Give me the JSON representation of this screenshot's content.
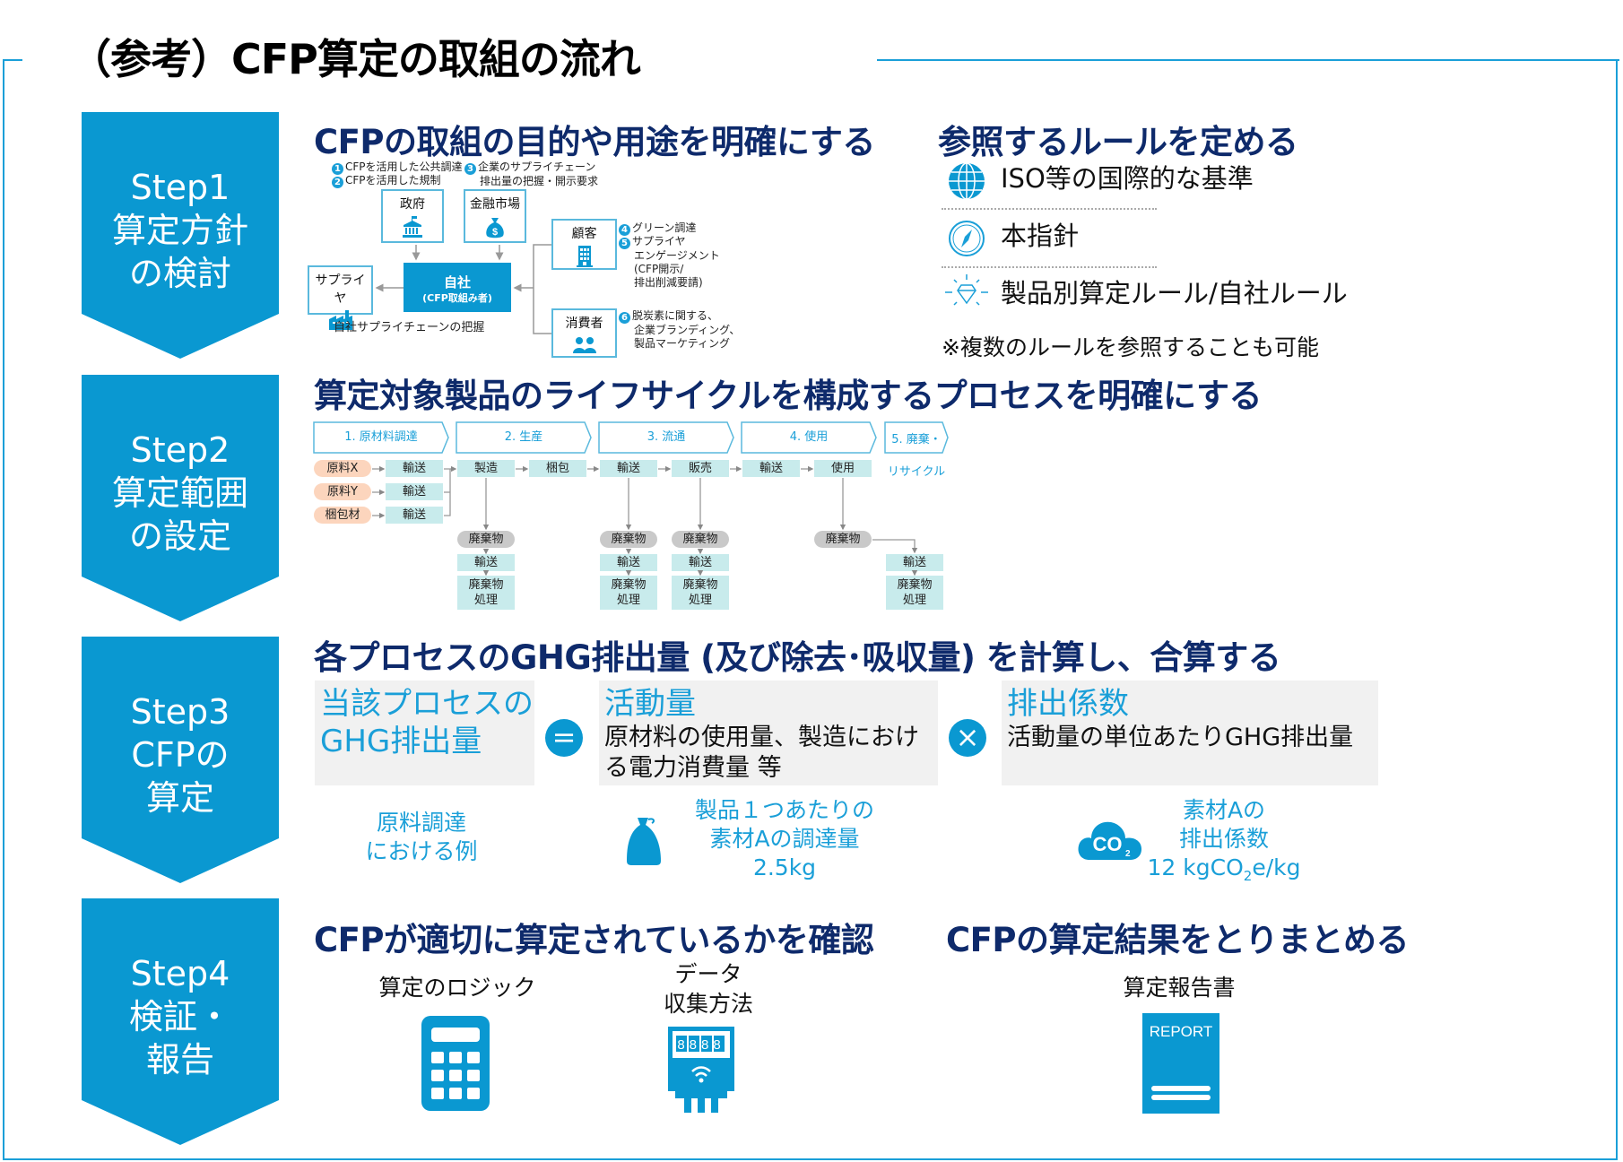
{
  "page_title": "（参考）CFP算定の取組の流れ",
  "colors": {
    "accent": "#0a98d1",
    "heading": "#0e2a6b",
    "process_box": "#c8ebec",
    "input_pill": "#fcd5bd",
    "waste_pill": "#c9c9c9",
    "formula_bg": "#f1f1f1"
  },
  "steps": [
    {
      "name": "Step1",
      "line1": "算定方針",
      "line2": "の検討"
    },
    {
      "name": "Step2",
      "line1": "算定範囲",
      "line2": "の設定"
    },
    {
      "name": "Step3",
      "line1": "CFPの",
      "line2": "算定"
    },
    {
      "name": "Step4",
      "line1": "検証・",
      "line2": "報告"
    }
  ],
  "step1": {
    "purpose_heading": "CFPの取組の目的や用途を明確にする",
    "notes": {
      "n1": {
        "num": "1",
        "text": "CFPを活用した公共調達"
      },
      "n2": {
        "num": "2",
        "text": "CFPを活用した規制"
      },
      "n3": {
        "num": "3",
        "text": "企業のサプライチェーン",
        "text2": "排出量の把握・開示要求"
      },
      "n4": {
        "num": "4",
        "text": "グリーン調達"
      },
      "n5": {
        "num": "5",
        "text": "サプライヤ",
        "text2": "エンゲージメント",
        "text3": "(CFP開示/",
        "text4": "排出削減要請)"
      },
      "n6": {
        "num": "6",
        "text": "脱炭素に関する、",
        "text2": "企業ブランディング、",
        "text3": "製品マーケティング"
      }
    },
    "entities": {
      "government": "政府",
      "financial_market": "金融市場",
      "customer": "顧客",
      "consumer": "消費者",
      "supplier": "サプライヤ",
      "self_title": "自社",
      "self_sub": "(CFP取組み者)",
      "supply_chain_caption": "自社サプライチェーンの把握"
    },
    "rules_heading": "参照するルールを定める",
    "rules": [
      {
        "icon": "globe-icon",
        "label": "ISO等の国際的な基準"
      },
      {
        "icon": "compass-icon",
        "label": "本指針"
      },
      {
        "icon": "diamond-icon",
        "label": "製品別算定ルール/自社ルール"
      }
    ],
    "rules_note": "※複数のルールを参照することも可能"
  },
  "step2": {
    "heading": "算定対象製品のライフサイクルを構成するプロセスを明確にする",
    "phases": [
      "1. 原材料調達",
      "2. 生産",
      "3. 流通",
      "4. 使用",
      "5. 廃棄・",
      "リサイクル"
    ],
    "inputs": [
      "原料X",
      "原料Y",
      "梱包材"
    ],
    "transport": "輸送",
    "processes": {
      "manufacture": "製造",
      "packing": "梱包",
      "sales": "販売",
      "use": "使用"
    },
    "waste": "廃棄物",
    "waste_treatment_1": "廃棄物",
    "waste_treatment_2": "処理"
  },
  "step3": {
    "heading": "各プロセスのGHG排出量 (及び除去･吸収量) を計算し、合算する",
    "term1_line1": "当該プロセスの",
    "term1_line2": "GHG排出量",
    "equals": "=",
    "term2_head": "活動量",
    "term2_body": "原材料の使用量、製造における電力消費量 等",
    "times": "×",
    "term3_head": "排出係数",
    "term3_body": "活動量の単位あたりGHG排出量",
    "example_label_1": "原料調達",
    "example_label_2": "における例",
    "example_activity_1": "製品１つあたりの",
    "example_activity_2": "素材Aの調達量",
    "example_activity_value": "2.5kg",
    "example_factor_1": "素材Aの",
    "example_factor_2": "排出係数",
    "example_factor_value_pre": "12 kgCO",
    "example_factor_value_sub": "2",
    "example_factor_value_post": "e/kg",
    "co2_icon_text": "CO",
    "co2_icon_sub": "2"
  },
  "step4": {
    "verify_heading": "CFPが適切に算定されているかを確認",
    "summary_heading": "CFPの算定結果をとりまとめる",
    "logic_label": "算定のロジック",
    "data_label_1": "データ",
    "data_label_2": "収集方法",
    "meter_digits": "8888",
    "report_label": "算定報告書",
    "report_icon_text": "REPORT"
  }
}
